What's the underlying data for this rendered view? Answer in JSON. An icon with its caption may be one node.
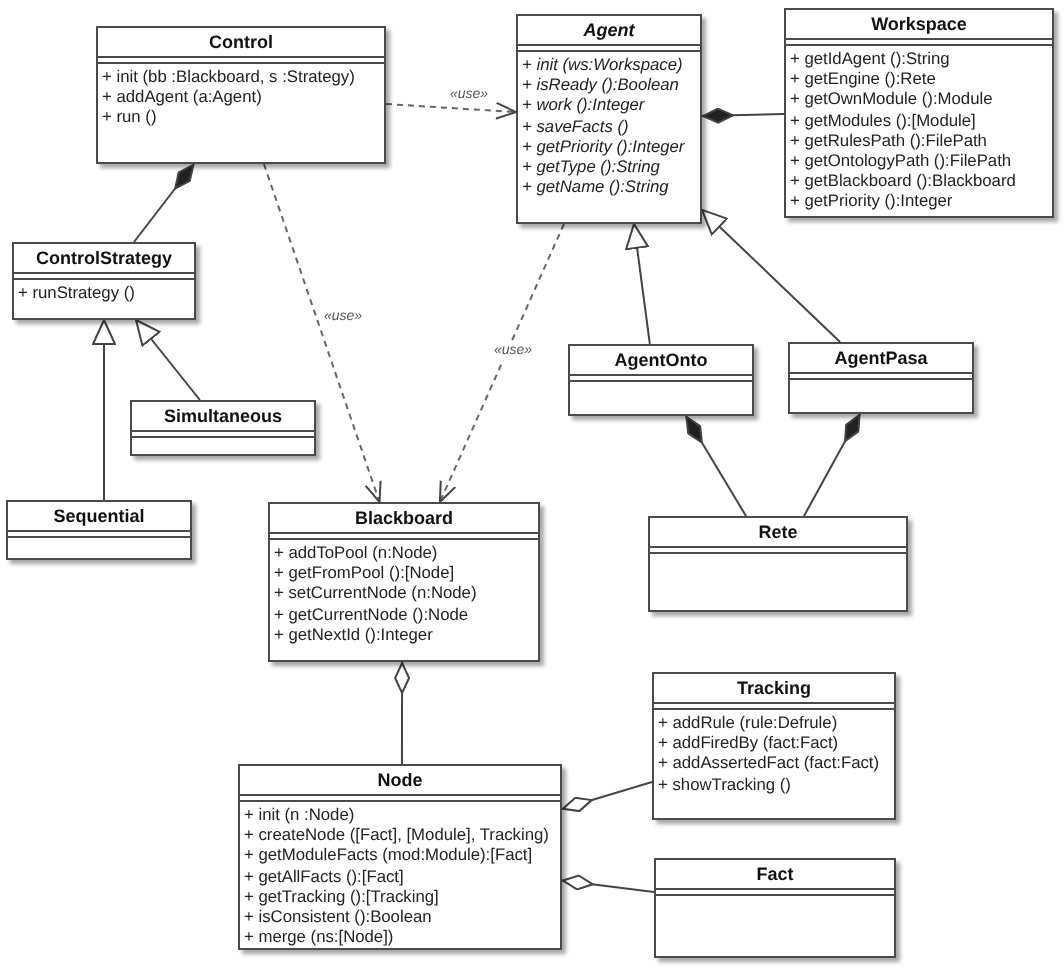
{
  "diagram": {
    "nodes": [
      {
        "text": [
          "Control",
          "+ init (bb :Blackboard, s :Strategy)",
          "+ addAgent (a:Agent)",
          "+ run ()"
        ]
      },
      {
        "text": [
          "Agent",
          "+ init (ws:Workspace)",
          "+ isReady ():Boolean",
          "+ work ():Integer",
          "+ saveFacts ()",
          "+ getPriority ():Integer",
          "+ getType ():String",
          "+ getName ():String"
        ]
      },
      {
        "text": [
          "Workspace",
          "+ getIdAgent ():String",
          "+ getEngine ():Rete",
          "+ getOwnModule ():Module",
          "+ getModules ():[Module]",
          "+ getRulesPath ():FilePath",
          "+ getOntologyPath ():FilePath",
          "+ getBlackboard ():Blackboard",
          "+ getPriority ():Integer"
        ]
      },
      {
        "text": [
          "ControlStrategy",
          "+ runStrategy ()"
        ]
      },
      {
        "text": [
          "AgentOnto"
        ]
      },
      {
        "text": [
          "AgentPasa"
        ]
      },
      {
        "text": [
          "Simultaneous"
        ]
      },
      {
        "text": [
          "Sequential"
        ]
      },
      {
        "text": [
          "Blackboard",
          "+ addToPool (n:Node)",
          "+ getFromPool ():[Node]",
          "+ setCurrentNode (n:Node)",
          "+ getCurrentNode ():Node",
          "+ getNextId ():Integer"
        ]
      },
      {
        "text": [
          "Rete"
        ]
      },
      {
        "text": [
          "Tracking",
          "+ addRule (rule:Defrule)",
          "+ addFiredBy (fact:Fact)",
          "+ addAssertedFact (fact:Fact)",
          "+ showTracking ()"
        ]
      },
      {
        "text": [
          "Node",
          "+ init (n :Node)",
          "+ createNode ([Fact], [Module], Tracking)",
          "+ getModuleFacts (mod:Module):[Fact]",
          "+ getAllFacts ():[Fact]",
          "+ getTracking ():[Tracking]",
          "+ isConsistent ():Boolean",
          "+ merge (ns:[Node])"
        ]
      },
      {
        "text": [
          "Fact"
        ]
      }
    ],
    "edges": [
      {
        "from": 0,
        "to": 1,
        "arrow": "to",
        "style": "dashed",
        "label": "«use»"
      },
      {
        "from": 0,
        "to": 3,
        "arrow": "other"
      },
      {
        "from": 0,
        "to": 8,
        "arrow": "to",
        "style": "dashed",
        "label": "«use»"
      },
      {
        "from": 1,
        "to": 8,
        "arrow": "to",
        "style": "dashed",
        "label": "«use»"
      },
      {
        "from": 1,
        "to": 2,
        "arrow": "other"
      },
      {
        "from": 4,
        "to": 1,
        "arrow": "to"
      },
      {
        "from": 5,
        "to": 1,
        "arrow": "to"
      },
      {
        "from": 6,
        "to": 3,
        "arrow": "to"
      },
      {
        "from": 7,
        "to": 3,
        "arrow": "to"
      },
      {
        "from": 4,
        "to": 9,
        "arrow": "other"
      },
      {
        "from": 5,
        "to": 9,
        "arrow": "other"
      },
      {
        "from": 8,
        "to": 11,
        "arrow": "other"
      },
      {
        "from": 11,
        "to": 10,
        "arrow": "other"
      },
      {
        "from": 11,
        "to": 12,
        "arrow": "other"
      }
    ]
  }
}
